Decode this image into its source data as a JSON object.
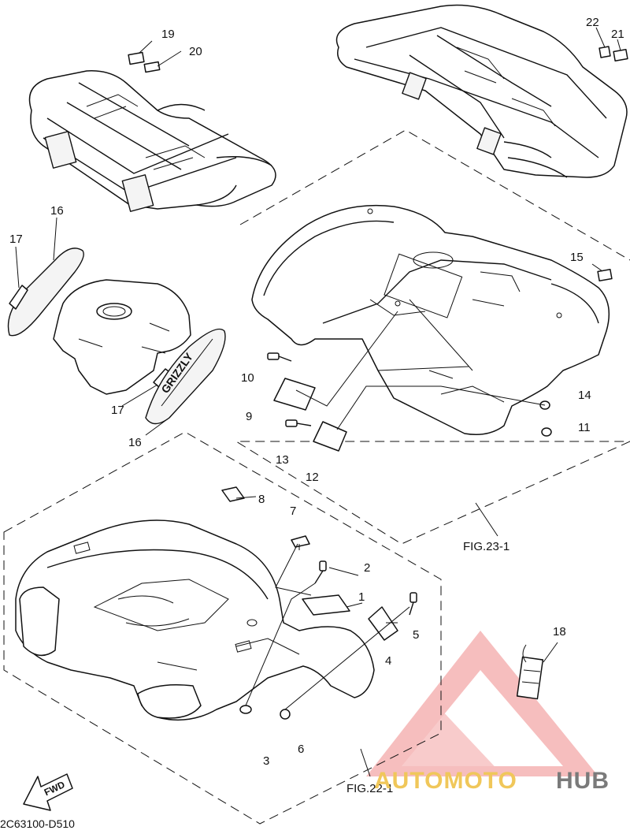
{
  "callouts": [
    "1",
    "2",
    "3",
    "4",
    "5",
    "6",
    "7",
    "8",
    "9",
    "10",
    "11",
    "12",
    "13",
    "14",
    "15",
    "16",
    "16",
    "17",
    "17",
    "18",
    "19",
    "20",
    "21",
    "22"
  ],
  "figure_refs": {
    "fig_23": "FIG.23-1",
    "fig_22": "FIG.22-1"
  },
  "decal_text": "GRIZZLY",
  "fwd_label": "FWD",
  "drawing_code": "2C63100-D510",
  "watermark": {
    "part1": "AUTOMOTO",
    "part2": "HUB"
  },
  "colors": {
    "line": "#111111",
    "watermark_red": "#f08a8a",
    "watermark_yellow": "#f0c75a",
    "watermark_gray": "#7a7a7a"
  },
  "icons": {
    "fwd_arrow": "fwd-arrow-icon",
    "watermark_logo": "automotohub-logo-icon"
  }
}
